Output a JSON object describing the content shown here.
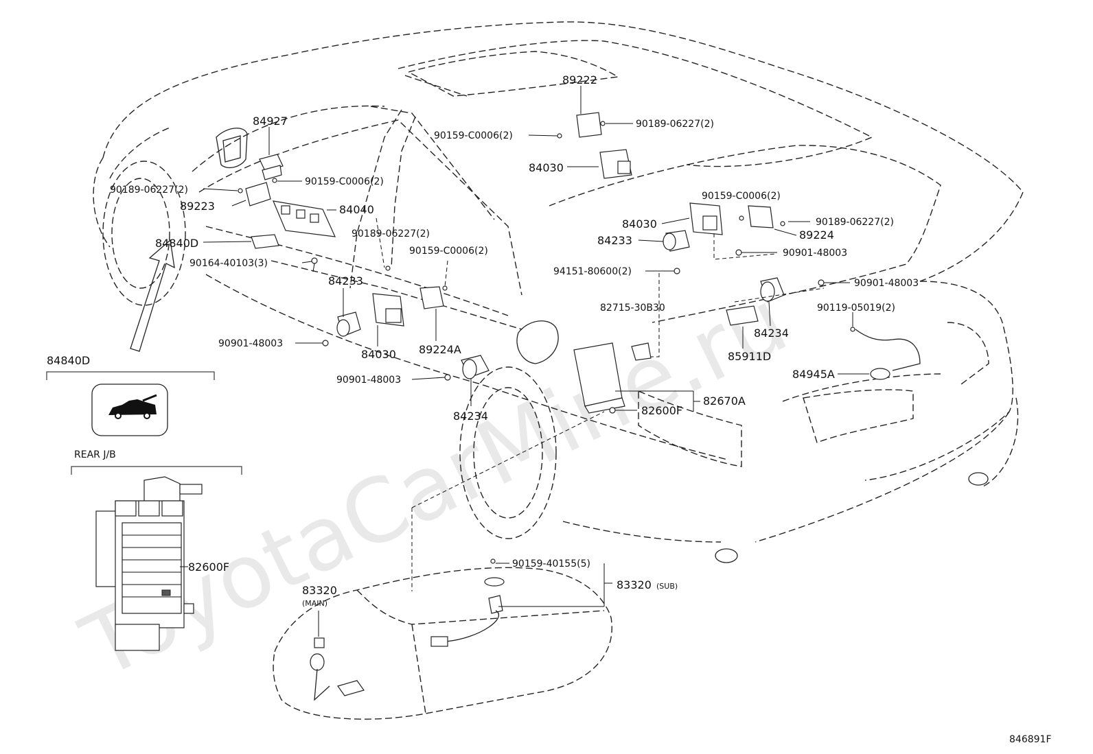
{
  "watermark": "ToyotaCarMine.ru",
  "figure_id": "846891F",
  "callouts": {
    "p84927": "84927",
    "p89222": "89222",
    "p90159_c0006_top": "90159-C0006(2)",
    "p90189_06227_top": "90189-06227(2)",
    "p84030_top": "84030",
    "p90189_06227_left": "90189-06227(2)",
    "p90159_c0006_left": "90159-C0006(2)",
    "p89223": "89223",
    "p84040": "84040",
    "p84840d": "84840D",
    "p90189_06227_mid": "90189-06227(2)",
    "p90164_40103": "90164-40103(3)",
    "p90159_c0006_mid": "90159-C0006(2)",
    "p84233_left": "84233",
    "p90901_48003_left": "90901-48003",
    "p84030_left": "84030",
    "p89224a": "89224A",
    "p90901_48003_low": "90901-48003",
    "p84234_low": "84234",
    "p90159_c0006_right": "90159-C0006(2)",
    "p84030_right": "84030",
    "p90189_06227_right": "90189-06227(2)",
    "p84233_right": "84233",
    "p89224": "89224",
    "p90901_48003_r1": "90901-48003",
    "p94151_80600": "94151-80600(2)",
    "p90901_48003_r2": "90901-48003",
    "p82715_30b30": "82715-30B30",
    "p90119_05019": "90119-05019(2)",
    "p84234_right": "84234",
    "p85911d": "85911D",
    "p84945a": "84945A",
    "p82670a": "82670A",
    "p82600f": "82600F",
    "p90159_40155": "90159-40155(5)",
    "p83320_sub": "83320",
    "p83320_main": "83320"
  },
  "tags": {
    "sub": "(SUB)",
    "main": "(MAIN)"
  },
  "inset_switch": {
    "title": "84840D"
  },
  "inset_junction": {
    "title": "REAR J/B",
    "part": "82600F"
  }
}
